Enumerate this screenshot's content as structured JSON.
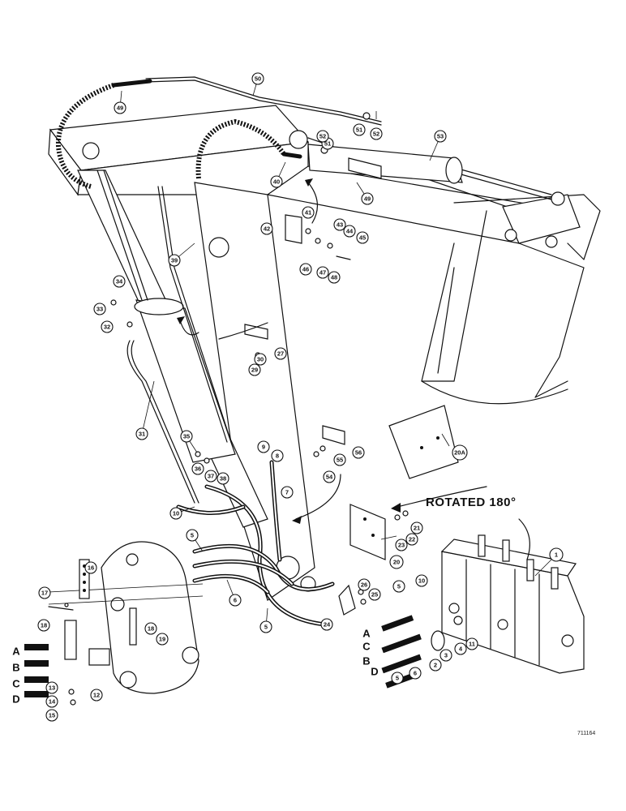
{
  "figure_id": "711164",
  "rotated_label": "ROTATED 180°",
  "letters": [
    "A",
    "B",
    "C",
    "D"
  ],
  "callout_numbers": [
    "1",
    "2",
    "3",
    "4",
    "5",
    "6",
    "7",
    "8",
    "9",
    "10",
    "11",
    "12",
    "13",
    "14",
    "15",
    "16",
    "17",
    "18",
    "19",
    "20",
    "20A",
    "21",
    "22",
    "23",
    "24",
    "25",
    "26",
    "27",
    "29",
    "30",
    "31",
    "32",
    "33",
    "34",
    "35",
    "36",
    "37",
    "38",
    "39",
    "40",
    "41",
    "42",
    "43",
    "44",
    "45",
    "46",
    "47",
    "48",
    "49",
    "50",
    "51",
    "52",
    "53",
    "54",
    "55",
    "56"
  ],
  "colors": {
    "ink": "#111111",
    "paper": "#ffffff"
  }
}
